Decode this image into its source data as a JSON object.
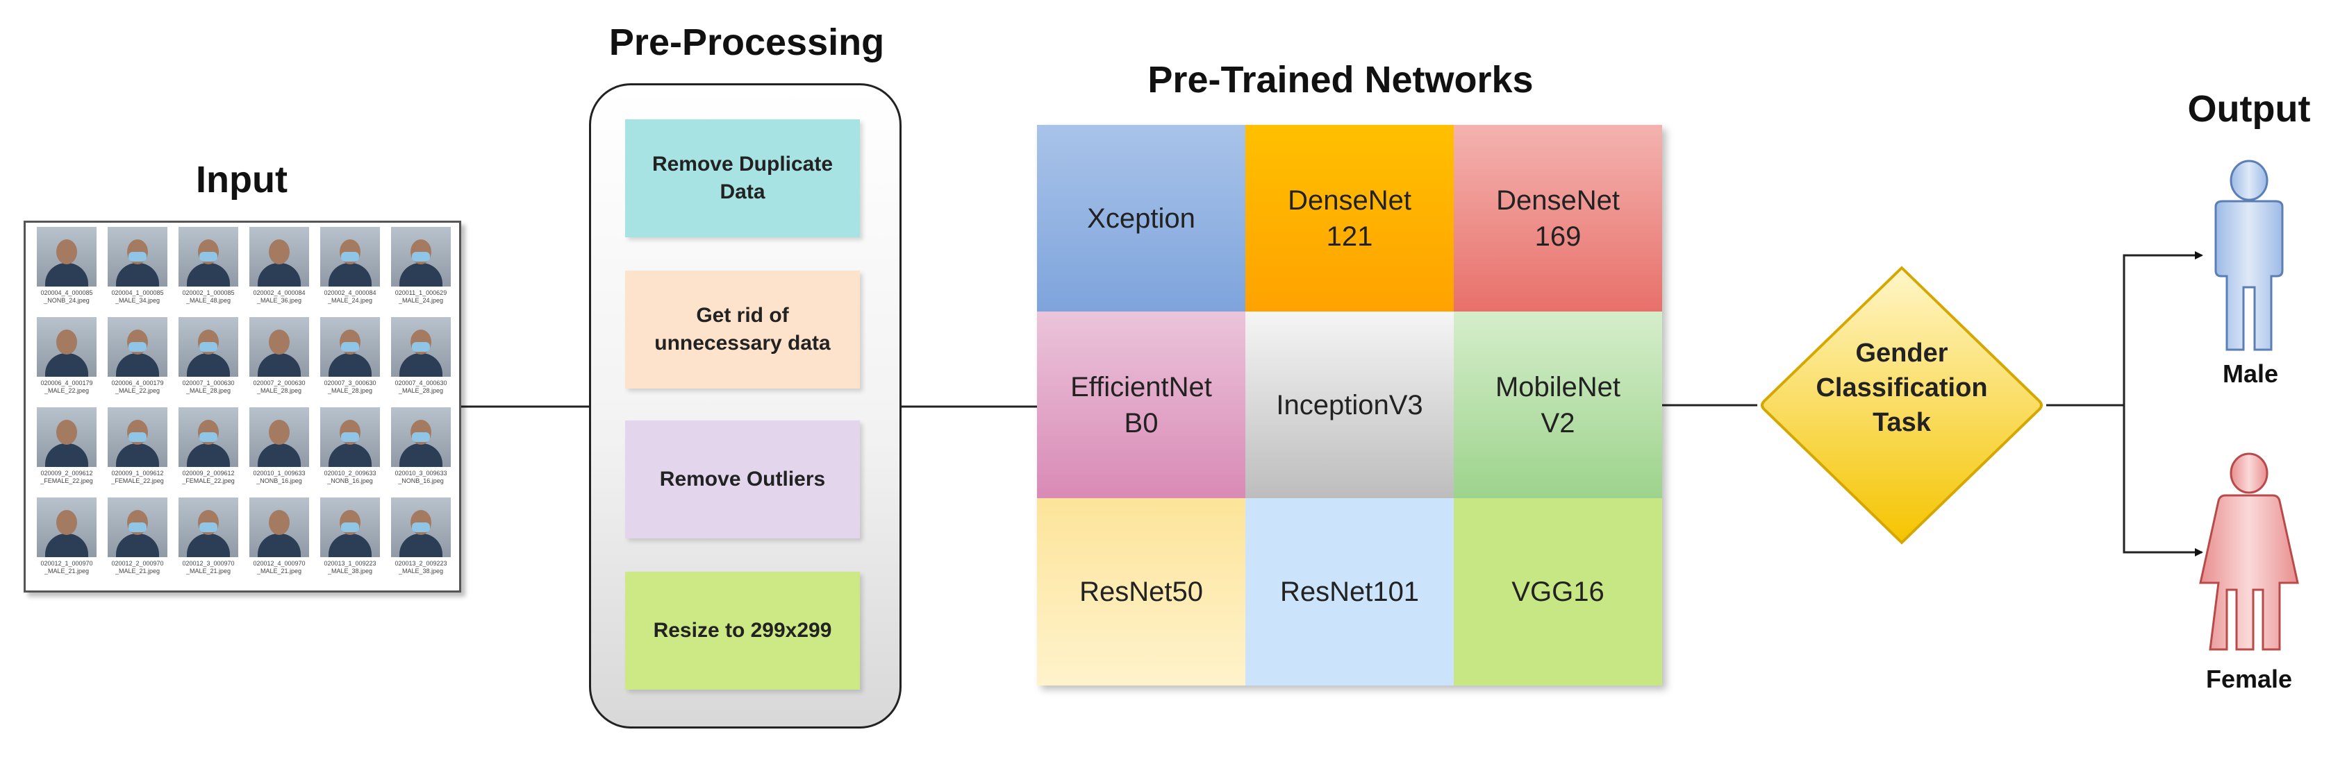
{
  "titles": {
    "input": "Input",
    "preprocessing": "Pre-Processing",
    "networks": "Pre-Trained Networks",
    "output": "Output"
  },
  "input_thumbs": [
    "020004_4_000085 _NONB_24.jpeg",
    "020004_1_000085 _MALE_34.jpeg",
    "020002_1_000085 _MALE_48.jpeg",
    "020002_4_000084 _MALE_36.jpeg",
    "020002_4_000084 _MALE_24.jpeg",
    "020011_1_000629 _MALE_24.jpeg",
    "020006_4_000179 _MALE_22.jpeg",
    "020006_4_000179 _MALE_22.jpeg",
    "020007_1_000630 _MALE_28.jpeg",
    "020007_2_000630 _MALE_28.jpeg",
    "020007_3_000630 _MALE_28.jpeg",
    "020007_4_000630 _MALE_28.jpeg",
    "020009_2_009612 _FEMALE_22.jpeg",
    "020009_1_009612 _FEMALE_22.jpeg",
    "020009_2_009612 _FEMALE_22.jpeg",
    "020010_1_009633 _NONB_16.jpeg",
    "020010_2_009633 _NONB_16.jpeg",
    "020010_3_009633 _NONB_16.jpeg",
    "020012_1_000970 _MALE_21.jpeg",
    "020012_2_000970 _MALE_21.jpeg",
    "020012_3_000970 _MALE_21.jpeg",
    "020012_4_000970 _MALE_21.jpeg",
    "020013_1_009223 _MALE_38.jpeg",
    "020013_2_009223 _MALE_38.jpeg"
  ],
  "preprocessing_steps": [
    {
      "label": "Remove Duplicate Data",
      "color": "#a8e3e3"
    },
    {
      "label": "Get rid of unnecessary data",
      "color": "#fde3cc"
    },
    {
      "label": "Remove Outliers",
      "color": "#e2d5ec"
    },
    {
      "label": "Resize to 299x299",
      "color": "#cde985"
    }
  ],
  "networks": [
    {
      "label": "Xception",
      "color_top": "#a9c3e9",
      "color_bottom": "#7ea4dc"
    },
    {
      "label": "DenseNet 121",
      "color_top": "#ffc000",
      "color_bottom": "#ffa200"
    },
    {
      "label": "DenseNet 169",
      "color_top": "#f4b3b0",
      "color_bottom": "#e8706a"
    },
    {
      "label": "EfficientNet B0",
      "color_top": "#ebc4da",
      "color_bottom": "#d98ab6"
    },
    {
      "label": "InceptionV3",
      "color_top": "#f5f5f5",
      "color_bottom": "#bdbdbd"
    },
    {
      "label": "MobileNet V2",
      "color_top": "#d5eecb",
      "color_bottom": "#9dd38c"
    },
    {
      "label": "ResNet50",
      "color_top": "#fde49a",
      "color_bottom": "#fff3cc"
    },
    {
      "label": "ResNet101",
      "color_top": "#cce4fb",
      "color_bottom": "#cce4fb"
    },
    {
      "label": "VGG16",
      "color_top": "#c6e783",
      "color_bottom": "#c6e783"
    }
  ],
  "classifier": {
    "line1": "Gender",
    "line2": "Classification",
    "line3": "Task"
  },
  "outputs": {
    "male": "Male",
    "female": "Female"
  }
}
